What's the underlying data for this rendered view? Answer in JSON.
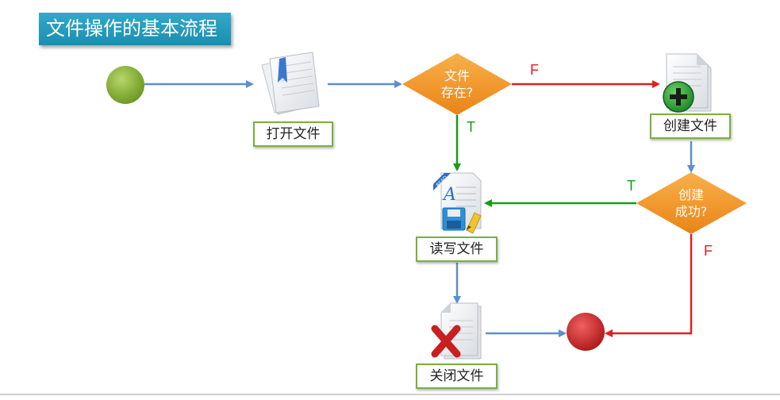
{
  "title": "文件操作的基本流程",
  "nodes": {
    "open_file": "打开文件",
    "create_file": "创建文件",
    "read_write_file": "读写文件",
    "close_file": "关闭文件"
  },
  "decisions": {
    "file_exists": {
      "line1": "文件",
      "line2": "存在?"
    },
    "create_success": {
      "line1": "创建",
      "line2": "成功?"
    }
  },
  "edges": {
    "exists_false": "F",
    "exists_true": "T",
    "create_true": "T",
    "create_false": "F"
  },
  "icons": {
    "start": "start-circle-icon",
    "end": "end-circle-icon",
    "open": "open-document-icon",
    "create": "create-document-icon",
    "read_write": "read-write-document-icon",
    "close": "close-document-icon",
    "read_badge": "READ"
  },
  "colors": {
    "title_bg": "#27a0c1",
    "start": "#8bb53a",
    "end": "#d23030",
    "diamond": "#f39a2c",
    "flow_blue": "#5b8fd0",
    "flow_red": "#e02020",
    "flow_green": "#1a9a1a",
    "label_border": "#7ab03e"
  }
}
